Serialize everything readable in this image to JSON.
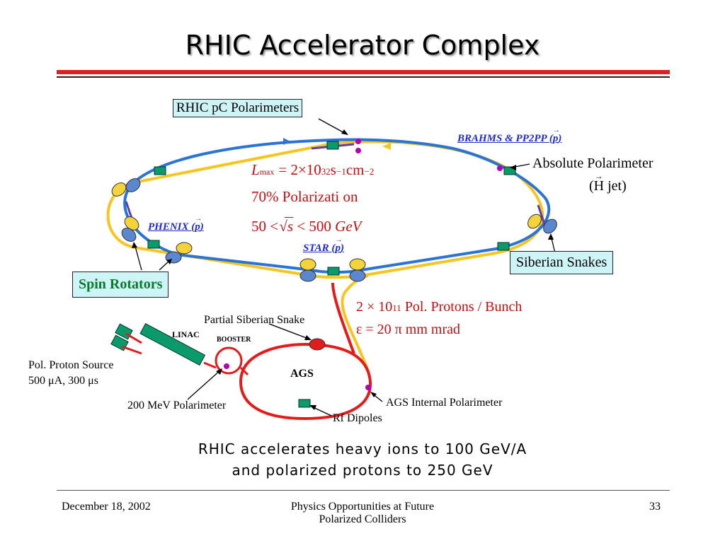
{
  "slide": {
    "title": "RHIC Accelerator Complex",
    "caption_line1": "RHIC accelerates heavy ions to 100 GeV/A",
    "caption_line2": "and polarized protons to 250 GeV"
  },
  "labels": {
    "pc_polarimeters": "RHIC pC Polarimeters",
    "brahms": "BRAHMS & PP2PP (",
    "p_vec": "p",
    "close_paren": ")",
    "absolute_polarimeter": "Absolute Polarimeter",
    "h_jet_open": "(",
    "h_letter": "H",
    "h_jet_close": " jet)",
    "phenix": "PHENIX (",
    "star": "STAR (",
    "siberian_snakes": "Siberian Snakes",
    "spin_rotators": "Spin Rotators",
    "partial_snake": "Partial Siberian Snake",
    "linac": "LINAC",
    "booster": "BOOSTER",
    "ags": "AGS",
    "pol_source_line1": "Pol. Proton Source",
    "pol_source_line2": "500 μA, 300 μs",
    "mev_polarimeter": "200 MeV Polarimeter",
    "ags_internal": "AGS Internal Polarimeter",
    "rf_dipoles": "Rf Dipoles"
  },
  "physics": {
    "lum_symbol": "L",
    "lum_sub": "max",
    "lum_eq": " = 2×10",
    "lum_exp": "32",
    "lum_unit_s": "s",
    "lum_unit_s_exp": "−1",
    "lum_unit_cm": "cm",
    "lum_unit_cm_exp": "−2",
    "polarization": "70% Polarizati on",
    "energy_left": "50 < ",
    "energy_s": "s",
    "energy_right": " < 500 ",
    "energy_unit": "GeV",
    "bunch_a": "2 × 10",
    "bunch_exp": "11",
    "bunch_b": " Pol. Protons / Bunch",
    "emittance": "ε = 20 π mm mrad"
  },
  "footer": {
    "date": "December 18, 2002",
    "center_line1": "Physics Opportunities at Future",
    "center_line2": "Polarized Colliders",
    "page": "33"
  },
  "colors": {
    "blue_ring": "#2a74d6",
    "yellow_ring": "#f7c51e",
    "ags_ring": "#e41b1b",
    "snake_fill": "#f3d23a",
    "rotator_fill": "#5b86d0",
    "dipole_green": "#0b9b6b",
    "polarimeter": "#b400b4",
    "label_box": "#cdf4f7"
  }
}
